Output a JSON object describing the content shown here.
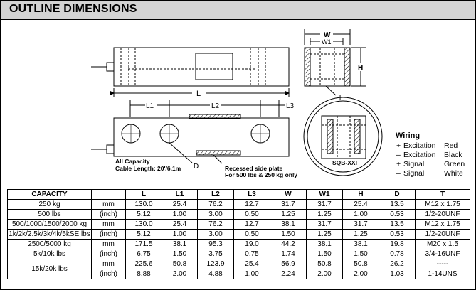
{
  "title": "OUTLINE DIMENSIONS",
  "drawing": {
    "dims": {
      "W": "W",
      "W1": "W1",
      "H": "H",
      "L": "L",
      "L1": "L1",
      "L2": "L2",
      "L3": "L3",
      "T": "T",
      "D": "D"
    },
    "note_capacity": "All Capacity",
    "note_cable": "Cable Length: 20'/6.1m",
    "note_plate_1": "Recessed side plate",
    "note_plate_2": "For 500 lbs & 250 kg only",
    "model": "SQB-XXF"
  },
  "wiring": {
    "title": "Wiring",
    "rows": [
      {
        "sign": "+",
        "label": "Excitation",
        "color": "Red"
      },
      {
        "sign": "–",
        "label": "Excitation",
        "color": "Black"
      },
      {
        "sign": "+",
        "label": "Signal",
        "color": "Green"
      },
      {
        "sign": "–",
        "label": "Signal",
        "color": "White"
      }
    ]
  },
  "table": {
    "headers": [
      "CAPACITY",
      "",
      "L",
      "L1",
      "L2",
      "L3",
      "W",
      "W1",
      "H",
      "D",
      "T"
    ],
    "rows": [
      [
        "250 kg",
        "mm",
        "130.0",
        "25.4",
        "76.2",
        "12.7",
        "31.7",
        "31.7",
        "25.4",
        "13.5",
        "M12 x 1.75"
      ],
      [
        "500 lbs",
        "(inch)",
        "5.12",
        "1.00",
        "3.00",
        "0.50",
        "1.25",
        "1.25",
        "1.00",
        "0.53",
        "1/2-20UNF"
      ],
      [
        "500/1000/1500/2000 kg",
        "mm",
        "130.0",
        "25.4",
        "76.2",
        "12.7",
        "38.1",
        "31.7",
        "31.7",
        "13.5",
        "M12 x 1.75"
      ],
      [
        "1k/2k/2.5k/3k/4k/5kSE lbs",
        "(inch)",
        "5.12",
        "1.00",
        "3.00",
        "0.50",
        "1.50",
        "1.25",
        "1.25",
        "0.53",
        "1/2-20UNF"
      ],
      [
        "2500/5000 kg",
        "mm",
        "171.5",
        "38.1",
        "95.3",
        "19.0",
        "44.2",
        "38.1",
        "38.1",
        "19.8",
        "M20 x 1.5"
      ],
      [
        "5k/10k lbs",
        "(inch)",
        "6.75",
        "1.50",
        "3.75",
        "0.75",
        "1.74",
        "1.50",
        "1.50",
        "0.78",
        "3/4-16UNF"
      ]
    ],
    "last": {
      "capacity": "15k/20k lbs",
      "rows": [
        [
          "mm",
          "225.6",
          "50.8",
          "123.9",
          "25.4",
          "56.9",
          "50.8",
          "50.8",
          "26.2",
          "-----"
        ],
        [
          "(inch)",
          "8.88",
          "2.00",
          "4.88",
          "1.00",
          "2.24",
          "2.00",
          "2.00",
          "1.03",
          "1-14UNS"
        ]
      ]
    }
  }
}
